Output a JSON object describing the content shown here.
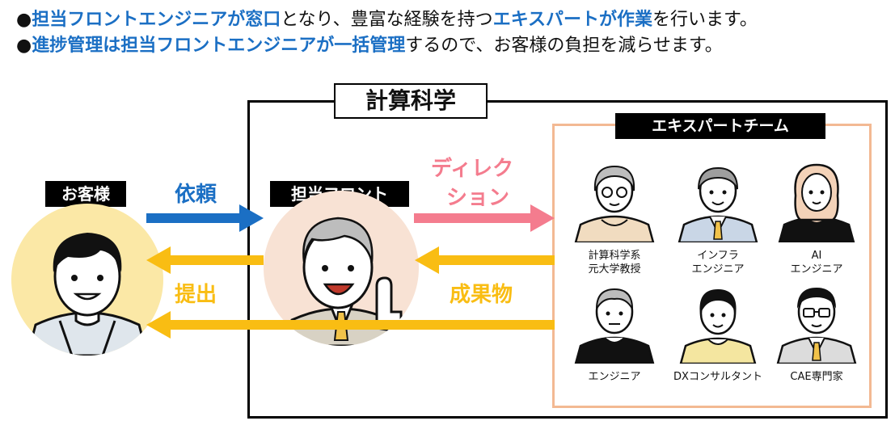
{
  "header": {
    "line1": {
      "bullet": "●",
      "hl1": "担当フロントエンジニアが窓口",
      "t1": "となり、豊富な経験を持つ",
      "hl2": "エキスパートが作業",
      "t2": "を行います。"
    },
    "line2": {
      "bullet": "●",
      "hl1": "進捗管理は担当フロントエンジニアが一括管理",
      "t1": "するので、お客様の負担を減らせます。"
    }
  },
  "diagram": {
    "title": "計算科学",
    "customer_label": "お客様",
    "front_label": "担当フロント",
    "team_label": "エキスパートチーム",
    "arrows": {
      "request": "依頼",
      "submit": "提出",
      "direction_line1": "ディレク",
      "direction_line2": "ション",
      "deliverables": "成果物"
    },
    "experts": [
      {
        "line1": "計算科学系",
        "line2": "元大学教授"
      },
      {
        "line1": "インフラ",
        "line2": "エンジニア"
      },
      {
        "line1": "AI",
        "line2": "エンジニア"
      },
      {
        "line1": "エンジニア",
        "line2": ""
      },
      {
        "line1": "DXコンサルタント",
        "line2": ""
      },
      {
        "line1": "CAE専門家",
        "line2": ""
      }
    ]
  },
  "colors": {
    "blue": "#1b6fc4",
    "pink": "#f47c8e",
    "yellow": "#f9bd13",
    "peach_border": "#f3b993",
    "customer_bg": "#fbe8a6",
    "front_bg": "#f8e2d4"
  }
}
